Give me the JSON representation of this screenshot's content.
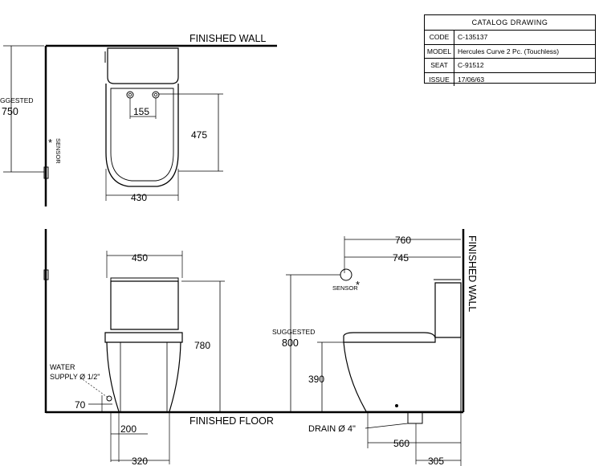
{
  "catalog": {
    "title": "CATALOG DRAWING",
    "rows": [
      {
        "key": "CODE",
        "value": "C-135137"
      },
      {
        "key": "MODEL",
        "value": "Hercules Curve 2 Pc. (Touchless)"
      },
      {
        "key": "SEAT",
        "value": "C-91512"
      },
      {
        "key": "ISSUE",
        "value": "17/06/63"
      }
    ]
  },
  "labels": {
    "finished_wall_top": "FINISHED WALL",
    "finished_wall_side": "FINISHED WALL",
    "finished_floor": "FINISHED FLOOR",
    "suggested_left": "GGESTED",
    "suggested_left_value": "750",
    "sensor_top": "SENSOR",
    "sensor_side": "SENSOR",
    "asterisk": "*",
    "water_supply_1": "WATER",
    "water_supply_2": "SUPPLY Ø 1/2\"",
    "suggested_side": "SUGGESTED",
    "suggested_side_value": "800",
    "drain": "DRAIN Ø 4\""
  },
  "dimensions": {
    "d155": "155",
    "d475": "475",
    "d430": "430",
    "d450": "450",
    "d780": "780",
    "d70": "70",
    "d200": "200",
    "d320": "320",
    "d760": "760",
    "d745": "745",
    "d390": "390",
    "d560": "560",
    "d305": "305"
  }
}
